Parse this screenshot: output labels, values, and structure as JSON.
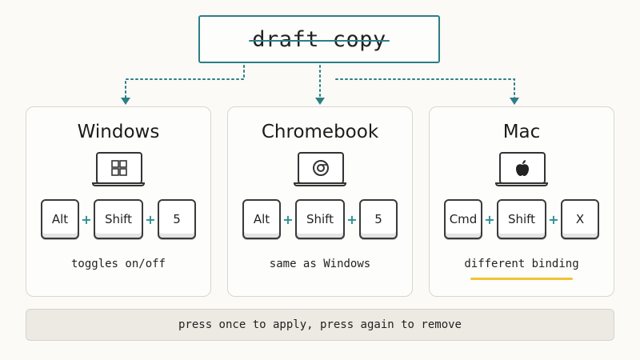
{
  "title": {
    "text": "draft copy"
  },
  "platforms": [
    {
      "name": "Windows",
      "logo_icon": "windows-logo-icon",
      "keys": [
        "Alt",
        "Shift",
        "5"
      ],
      "caption": "toggles on/off",
      "caption_highlight": false
    },
    {
      "name": "Chromebook",
      "logo_icon": "chrome-logo-icon",
      "keys": [
        "Alt",
        "Shift",
        "5"
      ],
      "caption": "same as Windows",
      "caption_highlight": false
    },
    {
      "name": "Mac",
      "logo_icon": "apple-logo-icon",
      "keys": [
        "Cmd",
        "Shift",
        "X"
      ],
      "caption": "different binding",
      "caption_highlight": true
    }
  ],
  "plus_symbol": "+",
  "footer": {
    "text": "press once to apply, press again to remove"
  },
  "colors": {
    "accent": "#2b7f86",
    "plus": "#2b8f94",
    "highlight": "#f2c233",
    "card_border": "#d9d6cf",
    "footer_bg": "#edeae3"
  }
}
